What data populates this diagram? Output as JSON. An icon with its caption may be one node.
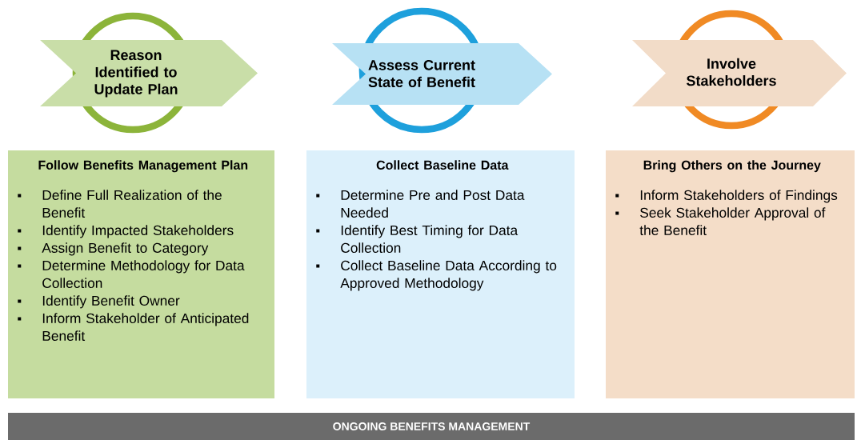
{
  "diagram": {
    "nodes": [
      {
        "text": [
          "Reason Identified to Update Plan"
        ]
      },
      {
        "text": [
          "Assess Current State of Benefit"
        ]
      },
      {
        "text": [
          "Involve Stakeholders"
        ]
      },
      {
        "text": [
          "Follow Benefits Management Plan",
          "Define Full Realization of the Benefit",
          "Identify Impacted Stakeholders",
          "Assign Benefit to Category",
          "Determine Methodology for Data Collection",
          "Identify Benefit Owner",
          "Inform Stakeholder of Anticipated Benefit"
        ]
      },
      {
        "text": [
          "Collect Baseline Data",
          "Determine Pre and Post Data Needed",
          "Identify Best Timing for Data Collection",
          "Collect Baseline Data According to Approved Methodology"
        ]
      },
      {
        "text": [
          "Bring Others on the Journey",
          "Inform Stakeholders of Findings",
          "Seek Stakeholder Approval of the Benefit"
        ]
      },
      {
        "text": [
          "ONGOING BENEFITS MANAGEMENT"
        ]
      }
    ]
  }
}
